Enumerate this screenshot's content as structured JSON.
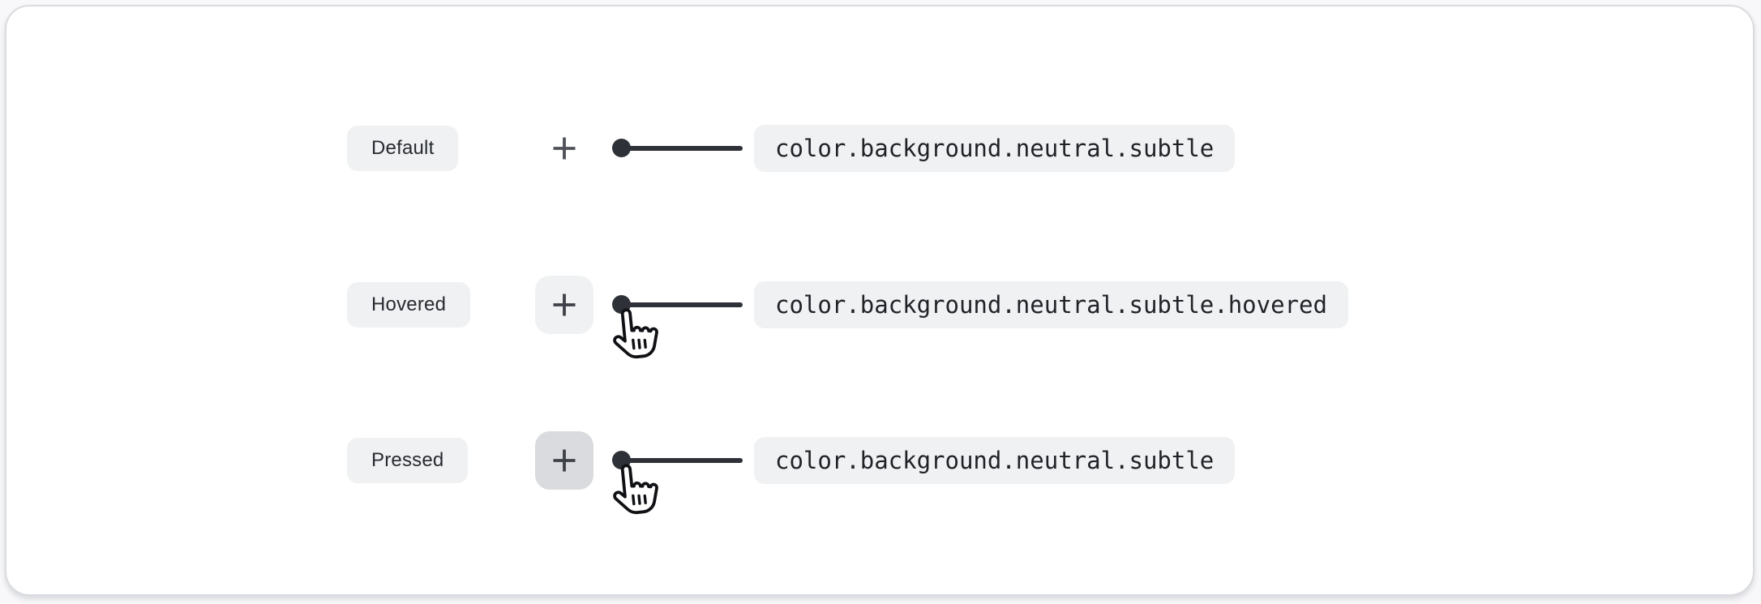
{
  "figure": {
    "description_labels": {
      "plus_icon_name": "plus-icon",
      "cursor_icon_name": "pointer-cursor-icon"
    },
    "colors": {
      "page_background": "#f8f8fa",
      "card_background": "#ffffff",
      "card_border": "#dadbe0",
      "pill_background": "#f0f1f2",
      "button_hovered_background": "#f0f1f2",
      "button_pressed_background": "#d9dbde",
      "label_text": "#272b31",
      "token_text": "#1f2227",
      "connector": "#2e3238",
      "plus_icon_default": "#4e5158",
      "plus_icon_active": "#3e4147"
    },
    "rows": [
      {
        "state_label": "Default",
        "token": "color.background.neutral.subtle",
        "button_state": "default",
        "cursor_visible": false
      },
      {
        "state_label": "Hovered",
        "token": "color.background.neutral.subtle.hovered",
        "button_state": "hovered",
        "cursor_visible": true
      },
      {
        "state_label": "Pressed",
        "token": "color.background.neutral.subtle",
        "button_state": "pressed",
        "cursor_visible": true
      }
    ]
  }
}
